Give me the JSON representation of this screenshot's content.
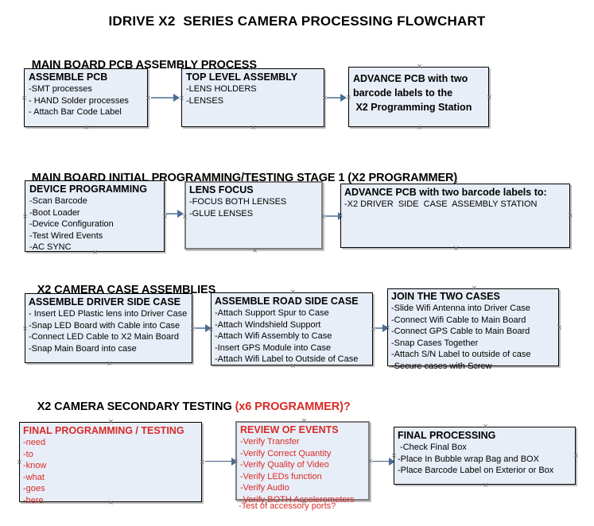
{
  "document": {
    "title": "IDRIVE X2  SERIES CAMERA PROCESSING FLOWCHART"
  },
  "colors": {
    "box_fill": "#e8eef7",
    "box_border": "#000000",
    "gray_border": "#7e7e7e",
    "red_text": "#d82b28",
    "connector": "#7691ae",
    "arrow": "#4a6c96"
  },
  "sections": [
    {
      "id": "pcb-assembly",
      "heading": "MAIN BOARD PCB ASSEMBLY PROCESS",
      "heading_accent": "",
      "boxes": [
        {
          "id": "assemble-pcb",
          "title": "ASSEMBLE PCB",
          "lines": [
            "-SMT processes",
            "- HAND Solder processes",
            "- Attach Bar Code Label"
          ]
        },
        {
          "id": "top-level-assembly",
          "title": "TOP LEVEL ASSEMBLY",
          "lines": [
            "-LENS HOLDERS",
            "-LENSES"
          ]
        },
        {
          "id": "advance-pcb-station",
          "title": "ADVANCE PCB with two\nbarcode labels to the\n X2 Programming Station",
          "lines": []
        }
      ]
    },
    {
      "id": "initial-programming",
      "heading": "MAIN BOARD INITIAL PROGRAMMING/TESTING STAGE 1 (X2 PROGRAMMER)",
      "heading_accent": "",
      "boxes": [
        {
          "id": "device-programming",
          "title": "DEVICE PROGRAMMING",
          "lines": [
            "-Scan Barcode",
            "-Boot Loader",
            "-Device Configuration",
            "-Test Wired Events",
            "-AC SYNC"
          ]
        },
        {
          "id": "lens-focus",
          "title": "LENS FOCUS",
          "lines": [
            "-FOCUS BOTH LENSES",
            "-GLUE LENSES"
          ]
        },
        {
          "id": "advance-pcb-driver-side",
          "title": "ADVANCE PCB with two barcode labels to:",
          "lines": [
            "-X2 DRIVER  SIDE  CASE  ASSEMBLY STATION"
          ]
        }
      ]
    },
    {
      "id": "case-assemblies",
      "heading": "X2 CAMERA CASE ASSEMBLIES",
      "heading_accent": "",
      "boxes": [
        {
          "id": "assemble-driver-side-case",
          "title": "ASSEMBLE DRIVER SIDE CASE",
          "lines": [
            "- Insert LED Plastic lens into Driver Case",
            "-Snap LED Board with Cable into Case",
            "-Connect LED Cable to X2 Main Board",
            "-Snap Main Board into case"
          ]
        },
        {
          "id": "assemble-road-side-case",
          "title": "ASSEMBLE ROAD SIDE CASE",
          "lines": [
            "-Attach Support Spur to Case",
            "-Attach Windshield Support",
            "-Attach Wifi Assembly to Case",
            "-Insert GPS Module into Case",
            "-Attach Wifi Label to Outside of Case"
          ]
        },
        {
          "id": "join-the-two-cases",
          "title": "JOIN THE TWO CASES",
          "lines": [
            "-Slide Wifi Antenna into Driver Case",
            "-Connect Wifi Cable to Main Board",
            "-Connect GPS Cable to Main Board",
            "-Snap Cases Together",
            "-Attach S/N Label to outside of case",
            "-Secure cases with Screw"
          ]
        }
      ]
    },
    {
      "id": "secondary-testing",
      "heading": "X2 CAMERA SECONDARY TESTING ",
      "heading_accent": "(x6 PROGRAMMER)?",
      "boxes": [
        {
          "id": "final-programming-testing",
          "title": "FINAL PROGRAMMING / TESTING",
          "lines": [
            "-need",
            "-to",
            "-know",
            "-what",
            "-goes",
            "-here"
          ]
        },
        {
          "id": "review-of-events",
          "title": "REVIEW OF EVENTS",
          "lines": [
            "-Verify Transfer",
            "-Verify Correct Quantity",
            "-Verify Quality of Video",
            "-Verify LEDs function",
            "-Verify Audio",
            "-Verify BOTH Accelerometers"
          ],
          "overflow_line": "-Test of accessory ports?"
        },
        {
          "id": "final-processing",
          "title": "FINAL PROCESSING",
          "lines": [
            " -Check Final Box",
            "-Place In Bubble wrap Bag and BOX",
            "-Place Barcode Label on Exterior or Box"
          ]
        }
      ]
    }
  ]
}
